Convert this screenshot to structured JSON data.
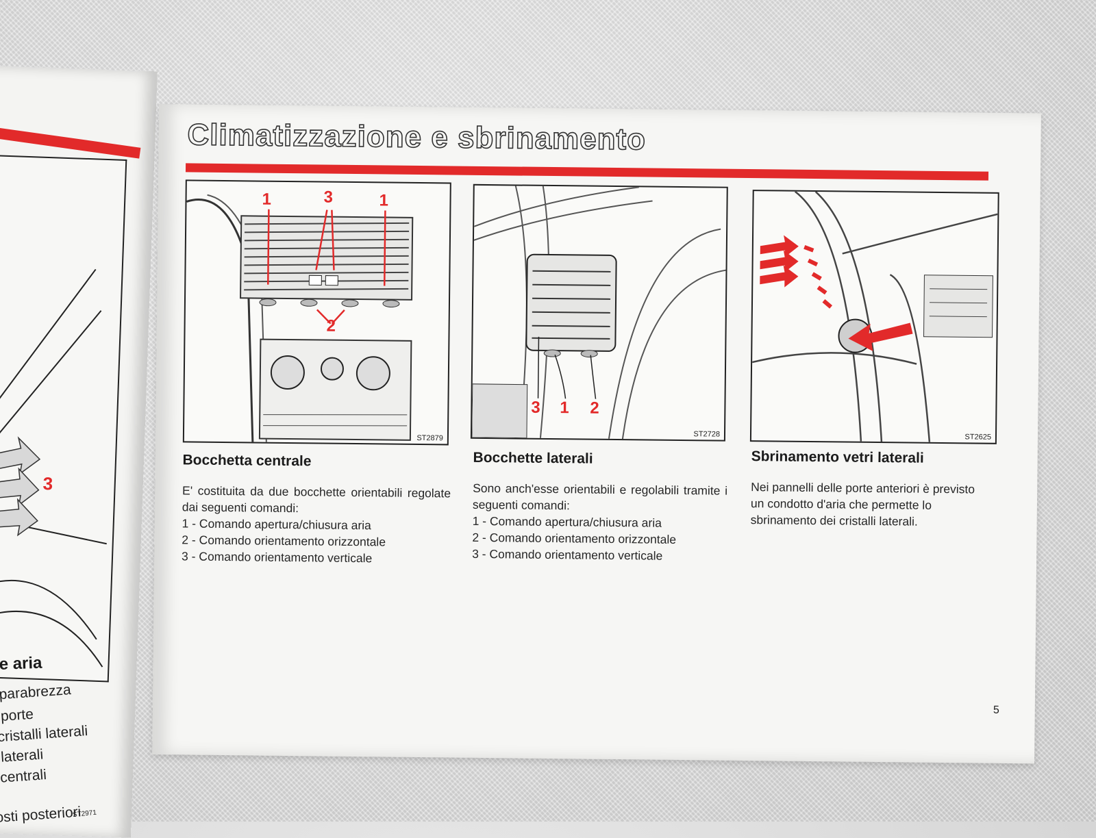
{
  "left_page": {
    "marker": "3",
    "heading": "one aria",
    "lines": [
      "nto parabrezza",
      "elle porte",
      "nto cristalli laterali",
      "aria laterali",
      "aria centrali",
      "ori",
      "er posti posteriori"
    ],
    "figure_code": "ST2971"
  },
  "page": {
    "title": "Climatizzazione e sbrinamento",
    "accent_color": "#e22a2a",
    "page_number": "5"
  },
  "sections": [
    {
      "figure_code": "ST2879",
      "callouts": [
        "1",
        "3",
        "1",
        "2"
      ],
      "title": "Bocchetta centrale",
      "intro": "E' costituita da due bocchette orientabili regolate dai seguenti comandi:",
      "items": [
        "1 - Comando apertura/chiusura aria",
        "2 - Comando orientamento orizzontale",
        "3 - Comando orientamento verticale"
      ]
    },
    {
      "figure_code": "ST2728",
      "callouts": [
        "3",
        "1",
        "2"
      ],
      "title": "Bocchette laterali",
      "intro": "Sono anch'esse orientabili e regolabili tramite i seguenti comandi:",
      "items": [
        "1 - Comando apertura/chiusura aria",
        "2 - Comando orientamento orizzontale",
        "3 - Comando orientamento verticale"
      ]
    },
    {
      "figure_code": "ST2625",
      "title": "Sbrinamento vetri laterali",
      "intro": "Nei pannelli delle porte anteriori è previsto un condotto d'aria che permette lo sbrinamento dei cristalli laterali."
    }
  ]
}
